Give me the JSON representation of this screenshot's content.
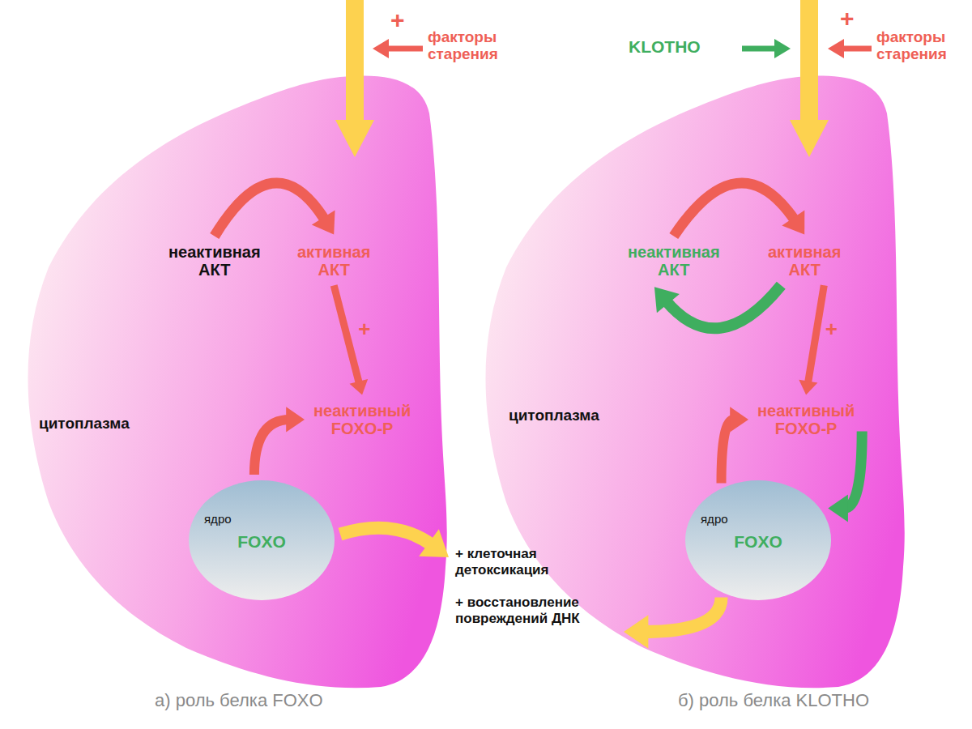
{
  "diagram": {
    "nodes": [
      {
        "text": [
          "цитоплазма"
        ]
      },
      {
        "text": [
          "неактивная АКТ"
        ],
        "in": 0
      },
      {
        "text": [
          "активная АКТ"
        ],
        "in": 0
      },
      {
        "text": [
          "неактивный FOXO-P"
        ],
        "in": 0
      },
      {
        "text": [
          "ядро",
          "FOXO"
        ],
        "in": 0
      },
      {
        "text": [
          "+ клеточная детоксикация",
          "+ восстановление повреждений ДНК"
        ]
      },
      {
        "text": [
          "цитоплазма"
        ]
      },
      {
        "text": [
          "неактивная АКТ"
        ],
        "in": 6
      },
      {
        "text": [
          "активная АКТ"
        ],
        "in": 6
      },
      {
        "text": [
          "неактивный FOXO-P"
        ],
        "in": 6
      },
      {
        "text": [
          "ядро",
          "FOXO"
        ],
        "in": 6
      }
    ],
    "edges": [
      {
        "from": 1,
        "to": 2,
        "arrow": "to"
      },
      {
        "from": 2,
        "to": 3,
        "label": "+",
        "arrow": "to"
      },
      {
        "from": 4,
        "to": 3,
        "arrow": "to"
      },
      {
        "from": 4,
        "to": 5,
        "arrow": "to"
      },
      {
        "from": 7,
        "to": 8,
        "arrow": "to"
      },
      {
        "from": 8,
        "to": 7,
        "arrow": "to"
      },
      {
        "from": 8,
        "to": 9,
        "label": "+",
        "arrow": "to"
      },
      {
        "from": 10,
        "to": 9,
        "arrow": "to"
      },
      {
        "from": 9,
        "to": 10,
        "arrow": "to"
      },
      {
        "from": 10,
        "to": 5,
        "arrow": "to"
      }
    ],
    "labels": [
      "+",
      "факторы старения",
      "KLOTHO",
      "+",
      "факторы старения",
      "а) роль белка FOXO",
      "б) роль белка KLOTHO"
    ]
  }
}
